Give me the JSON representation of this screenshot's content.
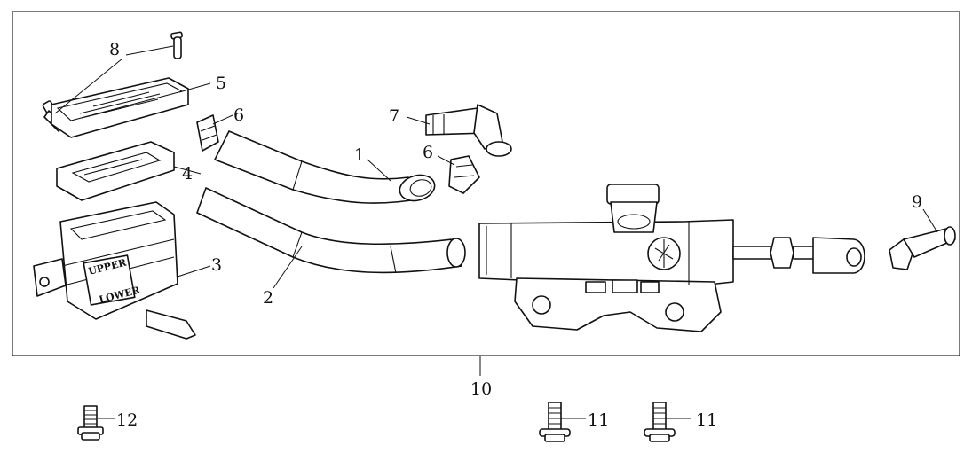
{
  "diagram": {
    "assembly_label": "10",
    "parts": [
      {
        "id": "1",
        "label": "1"
      },
      {
        "id": "2",
        "label": "2"
      },
      {
        "id": "3",
        "label": "3"
      },
      {
        "id": "4",
        "label": "4"
      },
      {
        "id": "5",
        "label": "5"
      },
      {
        "id": "6a",
        "label": "6"
      },
      {
        "id": "6b",
        "label": "6"
      },
      {
        "id": "7",
        "label": "7"
      },
      {
        "id": "8",
        "label": "8"
      },
      {
        "id": "9",
        "label": "9"
      },
      {
        "id": "11a",
        "label": "11"
      },
      {
        "id": "11b",
        "label": "11"
      },
      {
        "id": "12",
        "label": "12"
      }
    ],
    "reservoir_text": {
      "upper": "UPPER",
      "lower": "LOWER"
    }
  }
}
